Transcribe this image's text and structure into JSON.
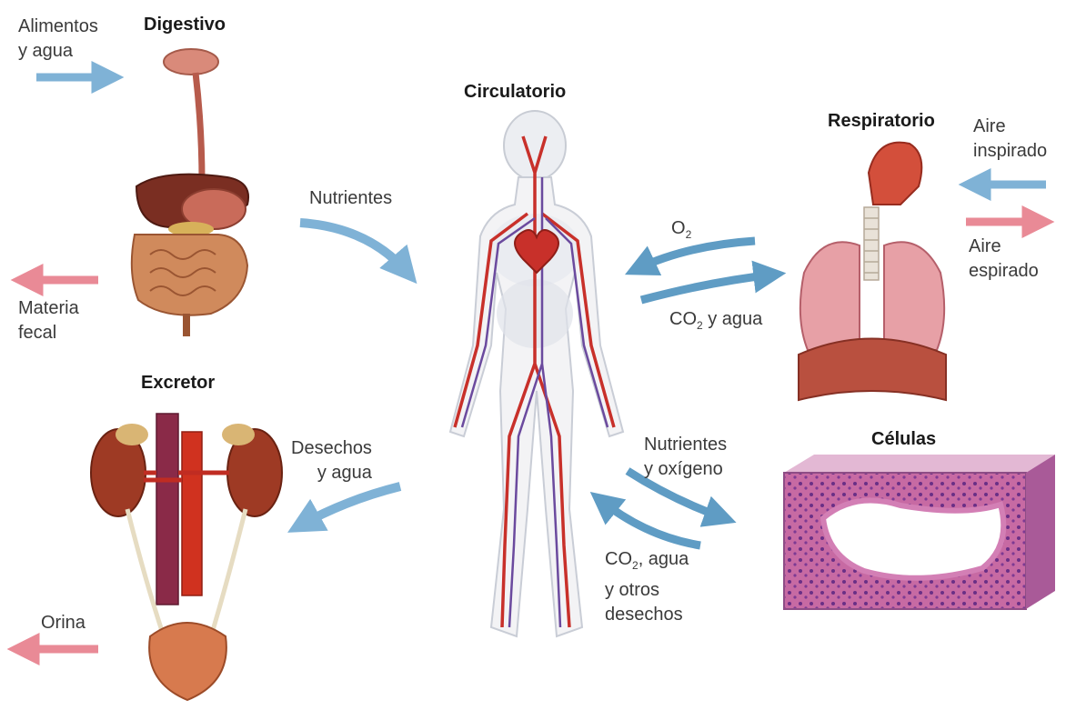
{
  "systems": {
    "digestivo": "Digestivo",
    "circulatorio": "Circulatorio",
    "respiratorio": "Respiratorio",
    "excretor": "Excretor",
    "celulas": "Células"
  },
  "labels": {
    "food_line1": "Alimentos",
    "food_line2": "y agua",
    "feces_line1": "Materia",
    "feces_line2": "fecal",
    "nutrients": "Nutrientes",
    "o2_main": "O",
    "o2_sub": "2",
    "co2_main": "CO",
    "co2_sub": "2",
    "co2_rest": " y agua",
    "air_in_line1": "Aire",
    "air_in_line2": "inspirado",
    "air_out_line1": "Aire",
    "air_out_line2": "espirado",
    "waste_line1": "Desechos",
    "waste_line2": "y agua",
    "cell_in_line1": "Nutrientes",
    "cell_in_line2": "y oxígeno",
    "cell_out_main": "CO",
    "cell_out_sub": "2",
    "cell_out_rest": ", agua",
    "cell_out_line2": "y otros",
    "cell_out_line3": "desechos",
    "urine": "Orina"
  },
  "colors": {
    "input_arrow": "#7fb2d6",
    "output_arrow": "#e98a96",
    "exchange_arrow": "#5f9cc4",
    "artery": "#c8302a",
    "vein": "#6b4a9e"
  }
}
